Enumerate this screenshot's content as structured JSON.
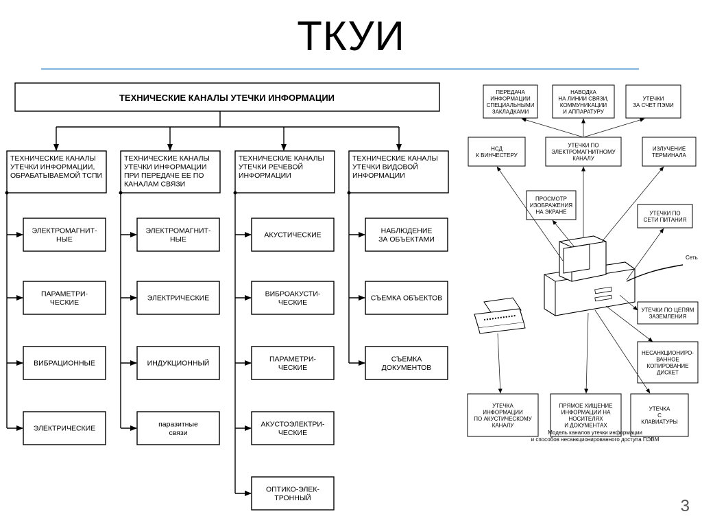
{
  "slide": {
    "title": "ТКУИ",
    "page_number": "3"
  },
  "left_diagram": {
    "root": "ТЕХНИЧЕСКИЕ КАНАЛЫ УТЕЧКИ ИНФОРМАЦИИ",
    "columns": [
      {
        "header": [
          "ТЕХНИЧЕСКИЕ КАНАЛЫ",
          "УТЕЧКИ ИНФОРМАЦИИ,",
          "ОБРАБАТЫВАЕМОЙ ТСПИ"
        ],
        "items": [
          [
            "ЭЛЕКТРОМАГНИТ-",
            "НЫЕ"
          ],
          [
            "ПАРАМЕТРИ-",
            "ЧЕСКИЕ"
          ],
          [
            "ВИБРАЦИОННЫЕ"
          ],
          [
            "ЭЛЕКТРИЧЕСКИЕ"
          ]
        ]
      },
      {
        "header": [
          "ТЕХНИЧЕСКИЕ КАНАЛЫ",
          "УТЕЧКИ ИНФОРМАЦИИ",
          "ПРИ ПЕРЕДАЧЕ ЕЕ ПО",
          "КАНАЛАМ  СВЯЗИ"
        ],
        "items": [
          [
            "ЭЛЕКТРОМАГНИТ-",
            "НЫЕ"
          ],
          [
            "ЭЛЕКТРИЧЕСКИЕ"
          ],
          [
            "ИНДУКЦИОННЫЙ"
          ],
          [
            "паразитные",
            "связи"
          ]
        ]
      },
      {
        "header": [
          "ТЕХНИЧЕСКИЕ КАНАЛЫ",
          "УТЕЧКИ РЕЧЕВОЙ",
          "ИНФОРМАЦИИ"
        ],
        "items": [
          [
            "АКУСТИЧЕСКИЕ"
          ],
          [
            "ВИБРОАКУСТИ-",
            "ЧЕСКИЕ"
          ],
          [
            "ПАРАМЕТРИ-",
            "ЧЕСКИЕ"
          ],
          [
            "АКУСТОЭЛЕКТРИ-",
            "ЧЕСКИЕ"
          ],
          [
            "ОПТИКО-ЭЛЕК-",
            "ТРОННЫЙ"
          ]
        ]
      },
      {
        "header": [
          "ТЕХНИЧЕСКИЕ КАНАЛЫ",
          "УТЕЧКИ ВИДОВОЙ",
          "ИНФОРМАЦИИ"
        ],
        "items": [
          [
            "НАБЛЮДЕНИЕ",
            "ЗА ОБЪЕКТАМИ"
          ],
          [
            "СЪЕМКА ОБЪЕКТОВ"
          ],
          [
            "СЪЕМКА",
            "ДОКУМЕНТОВ"
          ]
        ]
      }
    ]
  },
  "right_diagram": {
    "boxes": {
      "transfer": [
        "ПЕРЕДАЧА",
        "ИНФОРМАЦИИ",
        "СПЕЦИАЛЬНЫМИ",
        "ЗАКЛАДКАМИ"
      ],
      "induction": [
        "НАВОДКА",
        "НА ЛИНИИ СВЯЗИ,",
        "КОММУНИКАЦИИ",
        "И АППАРАТУРУ"
      ],
      "pemi": [
        "УТЕЧКИ",
        "ЗА СЧЕТ ПЭМИ"
      ],
      "nsd": [
        "НСД",
        "К ВИНЧЕСТЕРУ"
      ],
      "em_channel": [
        "УТЕЧКИ ПО",
        "ЭЛЕКТРОМАГНИТНОМУ",
        "КАНАЛУ"
      ],
      "terminal": [
        "ИЗЛУЧЕНИЕ",
        "ТЕРМИНАЛА"
      ],
      "screen": [
        "ПРОСМОТР",
        "ИЗОБРАЖЕНИЯ",
        "НА ЭКРАНЕ"
      ],
      "power": [
        "УТЕЧКИ ПО",
        "СЕТИ ПИТАНИЯ"
      ],
      "ground": [
        "УТЕЧКИ ПО ЦЕПЯМ",
        "ЗАЗЕМЛЕНИЯ"
      ],
      "copy": [
        "НЕСАНКЦИОНИРО-",
        "ВАННОЕ",
        "КОПИРОВАНИЕ",
        "ДИСКЕТ"
      ],
      "acoustic": [
        "УТЕЧКА",
        "ИНФОРМАЦИИ",
        "ПО АКУСТИЧЕСКОМУ",
        "КАНАЛУ"
      ],
      "theft": [
        "ПРЯМОЕ ХИЩЕНИЕ",
        "ИНФОРМАЦИИ НА",
        "НОСИТЕЛЯХ",
        "И ДОКУМЕНТАХ"
      ],
      "keyboard": [
        "УТЕЧКА",
        "С",
        "КЛАВИАТУРЫ"
      ]
    },
    "net_label": "Сеть",
    "caption": [
      "Модель каналов утечки информации",
      "и способов несанкционированного доступа ПЭВМ"
    ]
  }
}
